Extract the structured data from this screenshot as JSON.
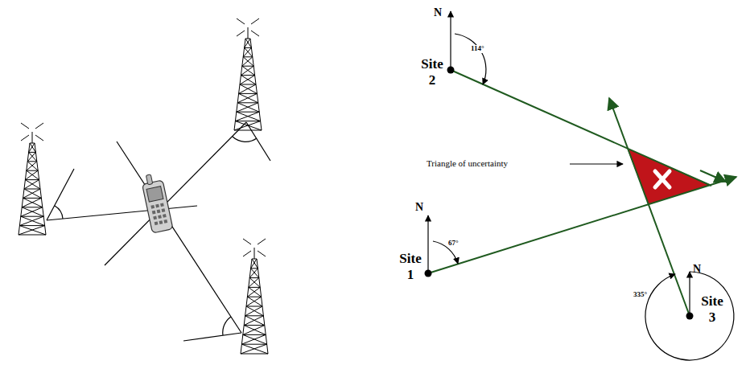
{
  "diagram": {
    "labels": [
      "N",
      "114°",
      "Site 2",
      "Triangle of uncertainty",
      "N",
      "67°",
      "Site 1",
      "N",
      "335°",
      "Site 3"
    ]
  }
}
